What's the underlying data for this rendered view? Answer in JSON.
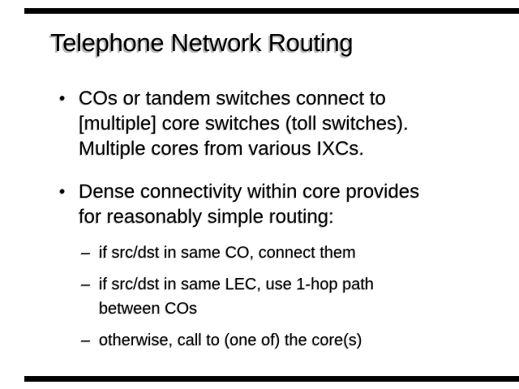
{
  "slide": {
    "title": "Telephone Network Routing",
    "markers": {
      "level1": "•",
      "level2": "–"
    },
    "bullets": [
      {
        "level": 1,
        "lines": [
          "COs or tandem switches connect to",
          "[multiple] core switches (toll switches).",
          "Multiple cores from various IXCs."
        ]
      },
      {
        "level": 1,
        "lines": [
          "Dense connectivity within core provides",
          "for reasonably simple routing:"
        ]
      },
      {
        "level": 2,
        "lines": [
          "if src/dst in same CO, connect them"
        ]
      },
      {
        "level": 2,
        "lines": [
          "if src/dst in same LEC, use 1-hop path",
          "between COs"
        ]
      },
      {
        "level": 2,
        "lines": [
          "otherwise, call to (one of) the core(s)"
        ]
      }
    ],
    "colors": {
      "background": "#ffffff",
      "text": "#000000",
      "rule_bars": "#000000",
      "text_shadow": "#b8b8b8"
    }
  }
}
